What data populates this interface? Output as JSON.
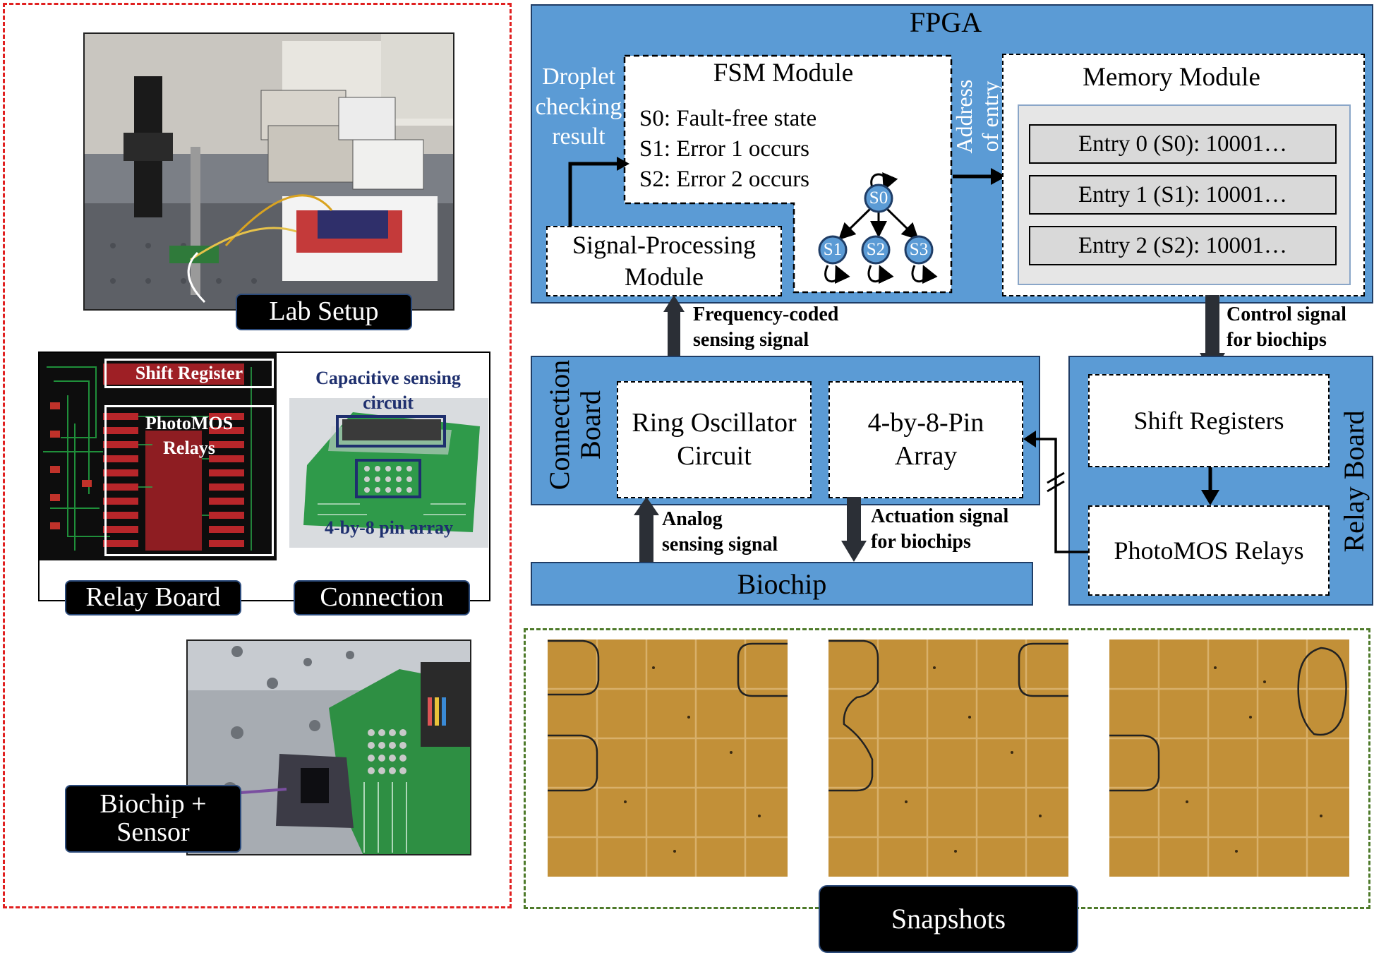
{
  "left_panel": {
    "lab_setup_label": "Lab Setup",
    "pcb_labels": {
      "shift_register": "Shift Register",
      "photomos_relays": "PhotoMOS\nRelays",
      "capacitive_sensing": "Capacitive sensing\ncircuit",
      "pin_array": "4-by-8 pin array"
    },
    "relay_board_label": "Relay Board",
    "connection_label": "Connection",
    "biochip_sensor_label": "Biochip +\nSensor"
  },
  "fpga": {
    "title": "FPGA",
    "droplet_checking": "Droplet\nchecking\nresult",
    "fsm": {
      "title": "FSM Module",
      "states": [
        "S0: Fault-free state",
        "S1: Error 1 occurs",
        "S2: Error 2 occurs"
      ],
      "nodes": [
        "S0",
        "S1",
        "S2",
        "S3"
      ]
    },
    "address_of_entry": "Address\nof entry",
    "memory": {
      "title": "Memory Module",
      "entries": [
        "Entry 0 (S0): 10001…",
        "Entry 1 (S1): 10001…",
        "Entry 2 (S2): 10001…"
      ]
    },
    "signal_processing": "Signal-Processing\nModule"
  },
  "arrows": {
    "frequency_coded": "Frequency-coded\nsensing signal",
    "control_signal": "Control signal\nfor biochips",
    "analog_sensing": "Analog\nsensing signal",
    "actuation_signal": "Actuation signal\nfor biochips"
  },
  "connection_board": {
    "title": "Connection\nBoard",
    "ring_oscillator": "Ring Oscillator\nCircuit",
    "pin_array": "4-by-8-Pin\nArray"
  },
  "relay_board": {
    "title": "Relay Board",
    "shift_registers": "Shift Registers",
    "photomos_relays": "PhotoMOS Relays"
  },
  "biochip": "Biochip",
  "snapshots_label": "Snapshots",
  "colors": {
    "fpga_blue": "#5b9bd5",
    "left_border_red": "#e02020",
    "snapshot_border_green": "#4e7a2a",
    "droplet_text_white": "#ffffff"
  }
}
